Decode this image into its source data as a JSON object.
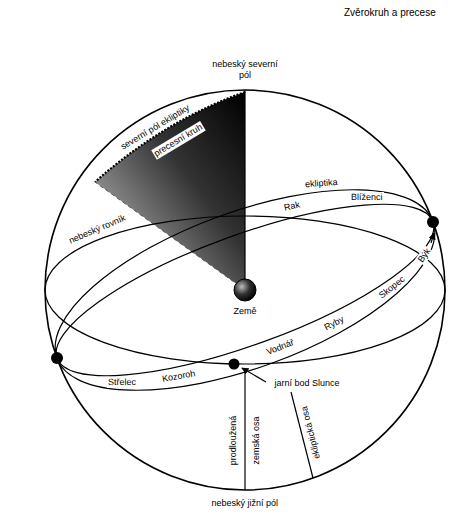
{
  "diagram": {
    "title": "Zvěrokruh a precese",
    "labels": [
      "nebeský severní pól",
      "severní pól ekliptiky",
      "precesní kruh",
      "ekliptika",
      "nebeský rovník",
      "Rak",
      "Blíženci",
      "Býk",
      "Skopec",
      "Země",
      "Ryby",
      "Vodnář",
      "jarní bod Slunce",
      "Střelec",
      "Kozoroh",
      "prodloužená",
      "zemská osa",
      "ekliptická osa",
      "nebeský jižní pól"
    ]
  }
}
